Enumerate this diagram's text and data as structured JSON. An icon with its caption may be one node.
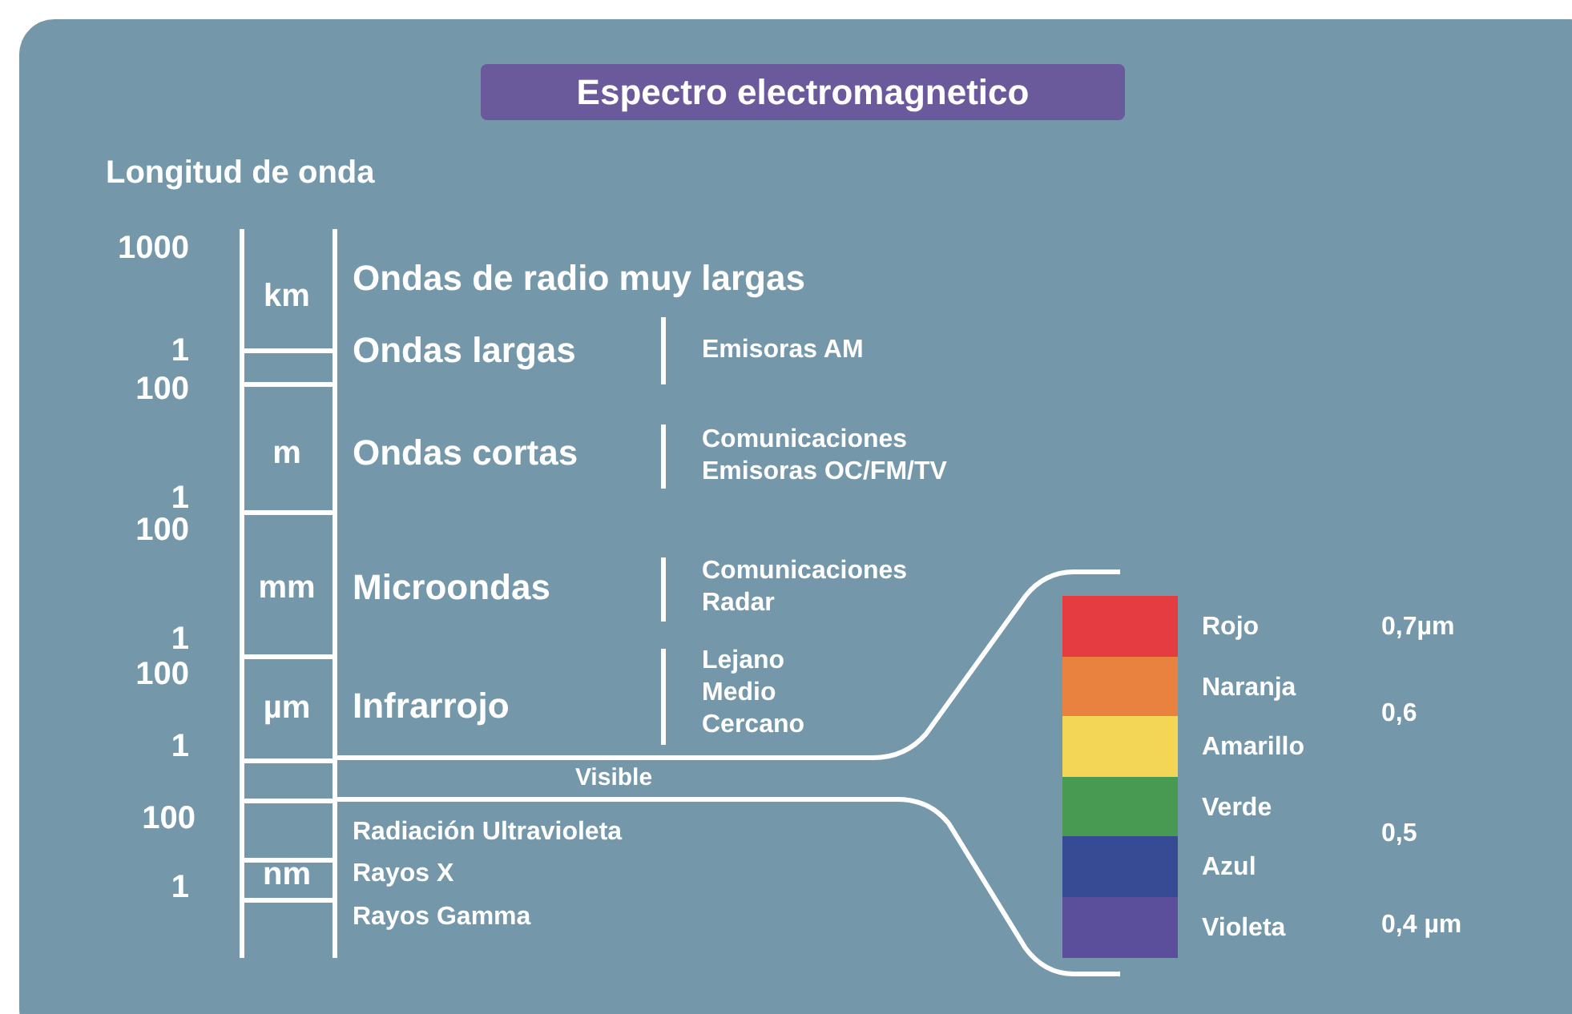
{
  "diagram": {
    "title": "Espectro electromagnetico",
    "labels": [
      "Longitud de onda",
      "1000",
      "km",
      "Ondas de radio muy largas",
      "1",
      "Ondas largas",
      "Emisoras AM",
      "100",
      "m",
      "Ondas cortas",
      "Comunicaciones",
      "Emisoras OC/FM/TV",
      "1",
      "100",
      "mm",
      "Microondas",
      "Comunicaciones",
      "Radar",
      "1",
      "100",
      "Lejano",
      "µm",
      "Infrarrojo",
      "Medio",
      "Cercano",
      "1",
      "Visible",
      "100",
      "Radiación Ultravioleta",
      "nm",
      "1",
      "Rayos X",
      "Rayos Gamma",
      "0,7µm",
      "0,6",
      "0,5",
      "0,4 µm"
    ],
    "legend": [
      {
        "text": "Rojo",
        "color": "#e43c41"
      },
      {
        "text": "Naranja",
        "color": "#e8823e"
      },
      {
        "text": "Amarillo",
        "color": "#f3d655"
      },
      {
        "text": "Verde",
        "color": "#489a52"
      },
      {
        "text": "Azul",
        "color": "#364b93"
      },
      {
        "text": "Violeta",
        "color": "#5b4f9b"
      }
    ]
  }
}
